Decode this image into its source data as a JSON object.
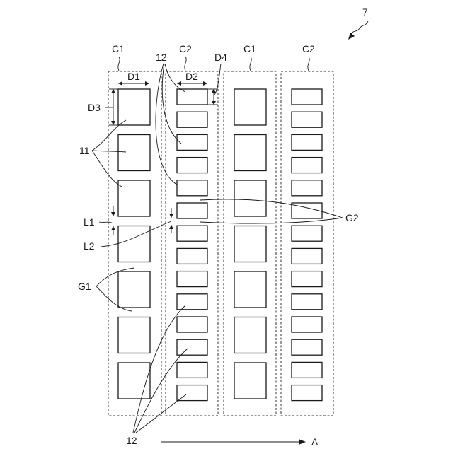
{
  "figure_number": "7",
  "column_labels": [
    "C1",
    "C2",
    "C1",
    "C2"
  ],
  "dimension_labels": {
    "d1": "D1",
    "d2": "D2",
    "d3": "D3",
    "d4": "D4",
    "l1": "L1",
    "l2": "L2"
  },
  "reference_labels": {
    "ref_11": "11",
    "ref_12_top": "12",
    "ref_12_bottom": "12",
    "g1": "G1",
    "g2": "G2"
  },
  "direction_label": "A",
  "columns": [
    {
      "type": "C1",
      "cell_count": 7
    },
    {
      "type": "C2",
      "cell_count": 14
    },
    {
      "type": "C1",
      "cell_count": 7
    },
    {
      "type": "C2",
      "cell_count": 14
    }
  ]
}
